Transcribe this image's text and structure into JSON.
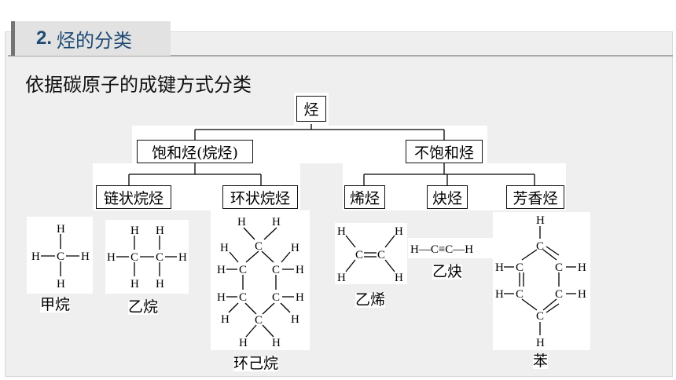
{
  "section": {
    "number": "2.",
    "title": "烃的分类"
  },
  "subtitle": "依据碳原子的成键方式分类",
  "tree": {
    "root": "烃",
    "saturated": "饱和烃(烷烃)",
    "unsaturated": "不饱和烃",
    "chain_alkane": "链状烷烃",
    "ring_alkane": "环状烷烃",
    "alkene": "烯烃",
    "alkyne": "炔烃",
    "aromatic": "芳香烃"
  },
  "atoms": {
    "hydrogen": "H",
    "carbon": "C"
  },
  "molecules": {
    "methane": "甲烷",
    "ethane": "乙烷",
    "cyclohexane": "环己烷",
    "ethylene": "乙烯",
    "acetylene": "乙炔",
    "benzene": "苯"
  },
  "acetylene_formula": "H—C≡C—H"
}
